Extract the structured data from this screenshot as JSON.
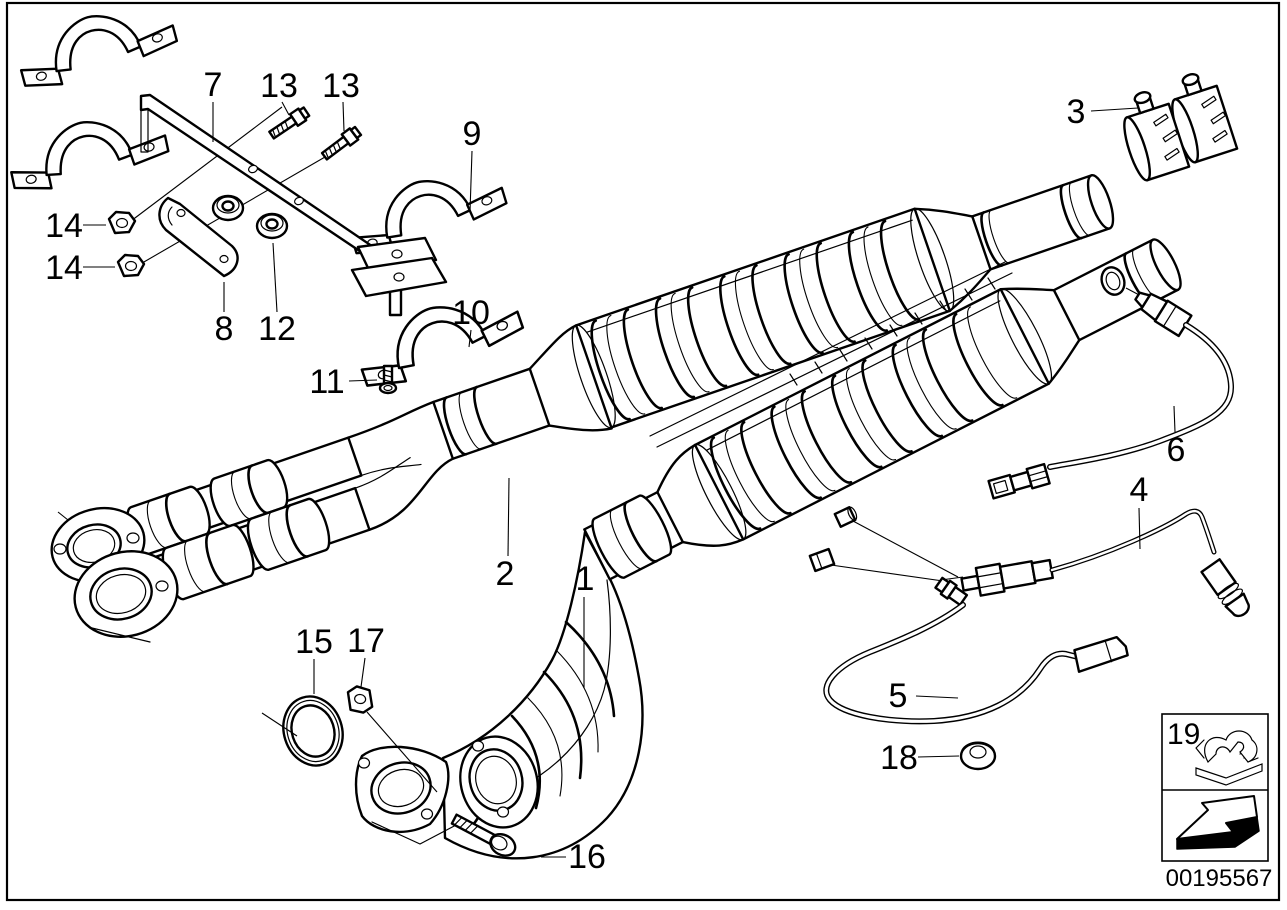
{
  "diagram": {
    "callouts": {
      "c7": "7",
      "c13a": "13",
      "c13b": "13",
      "c9": "9",
      "c3": "3",
      "c14a": "14",
      "c14b": "14",
      "c8": "8",
      "c12": "12",
      "c10": "10",
      "c11": "11",
      "c2": "2",
      "c1": "1",
      "c6": "6",
      "c4": "4",
      "c15": "15",
      "c17": "17",
      "c5": "5",
      "c18": "18",
      "c16": "16"
    },
    "legend": {
      "number": "19",
      "part_number": "00195567"
    },
    "colors": {
      "line": "#000000",
      "background": "#ffffff"
    }
  }
}
